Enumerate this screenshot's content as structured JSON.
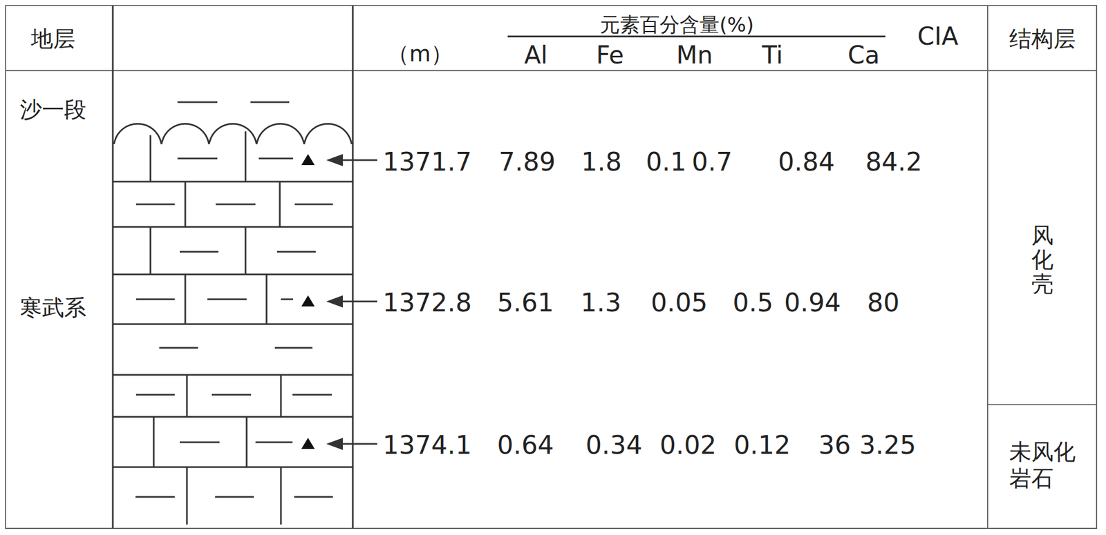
{
  "diagram": {
    "labels": [
      "地层",
      "（m）",
      "元素百分含量(%)",
      "Al",
      "Fe",
      "Mn",
      "Ti",
      "Ca",
      "CIA",
      "结构层",
      "沙一段",
      "寒武系",
      "1371.7",
      "7.89",
      "1.8",
      "0.1",
      "0.7",
      "0.84",
      "84.2",
      "1372.8",
      "5.61",
      "1.3",
      "0.05",
      "0.5",
      "0.94",
      "80",
      "1374.1",
      "0.64",
      "0.34",
      "0.02",
      "0.12",
      "36",
      "3.25",
      "风化壳",
      "未风化岩石"
    ]
  }
}
